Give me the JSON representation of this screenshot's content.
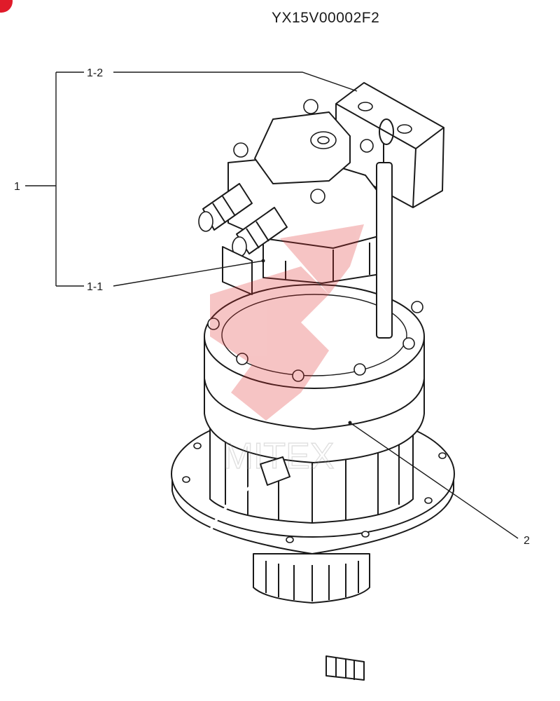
{
  "drawing_code": "YX15V00002F2",
  "callouts": {
    "c1": "1",
    "c1_1": "1-1",
    "c1_2": "1-2",
    "c2": "2"
  },
  "watermark": {
    "text": "MITEX",
    "color": "#e03030"
  },
  "corner_mark_color": "#e01b2a"
}
